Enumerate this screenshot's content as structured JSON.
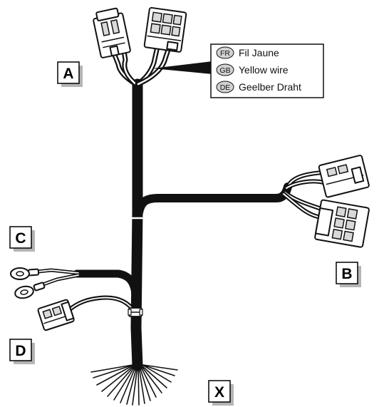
{
  "labels": {
    "a": "A",
    "b": "B",
    "c": "C",
    "d": "D",
    "x": "X"
  },
  "legend": {
    "items": [
      {
        "code": "FR",
        "text": "Fil Jaune"
      },
      {
        "code": "GB",
        "text": "Yellow wire"
      },
      {
        "code": "DE",
        "text": "Geelber Draht"
      }
    ]
  },
  "colors": {
    "wire": "#111111",
    "label_shadow": "#b5b5b5"
  }
}
